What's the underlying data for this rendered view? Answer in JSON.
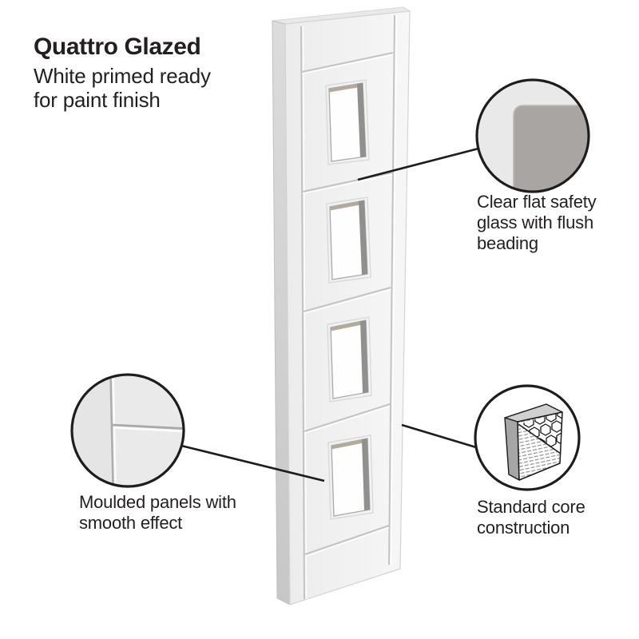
{
  "header": {
    "title": "Quattro Glazed",
    "subtitle": "White primed ready\nfor paint finish"
  },
  "door": {
    "description": "white primed door shown in perspective",
    "panel_count": 4,
    "glazed_panel_count": 4
  },
  "callouts": [
    {
      "id": "glass",
      "icon": "glass-corner-detail",
      "label": "Clear flat safety\nglass with flush\nbeading"
    },
    {
      "id": "moulded",
      "icon": "moulded-panel-detail",
      "label": "Moulded panels with\nsmooth effect"
    },
    {
      "id": "core",
      "icon": "honeycomb-core-detail",
      "label": "Standard core\nconstruction"
    }
  ],
  "palette": {
    "background": "#ffffff",
    "text": "#231f20",
    "outline": "#1d1d1b",
    "door_face": "#f4f4f5",
    "door_edge": "#d2d2d2",
    "groove": "#c3c3c4",
    "glass_bead_side": "#90908e",
    "glass_bead_top": "#b3aa9b",
    "detail_circle_bg": "#e9e9ea",
    "glass_panel_gray": "#a8a5a3",
    "core_top": "#d0d0d0",
    "core_side": "#a6a6a6"
  }
}
